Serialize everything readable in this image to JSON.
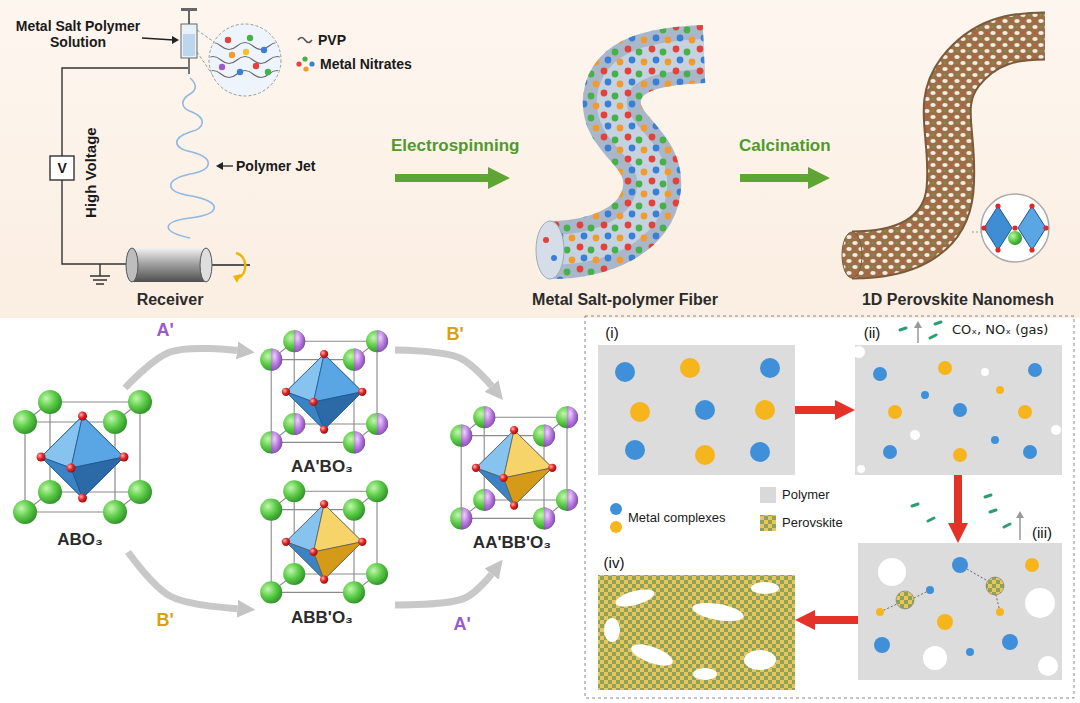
{
  "diagram": {
    "nodes": [
      {
        "text": [
          "Receiver"
        ]
      },
      {
        "text": [
          "Metal Salt-polymer Fiber"
        ]
      },
      {
        "text": [
          "1D Perovskite Nanomesh"
        ]
      },
      {
        "text": [
          "ABO₃"
        ]
      },
      {
        "text": [
          "AA'BO₃"
        ]
      },
      {
        "text": [
          "ABB'O₃"
        ]
      },
      {
        "text": [
          "AA'BB'O₃"
        ]
      },
      {
        "text": [
          "(i)"
        ]
      },
      {
        "text": [
          "(ii)"
        ]
      },
      {
        "text": [
          "(iii)"
        ]
      },
      {
        "text": [
          "(iv)"
        ]
      }
    ],
    "edges": [
      {
        "from": 0,
        "to": 1,
        "label": "Electrospinning",
        "arrow": "to"
      },
      {
        "from": 1,
        "to": 2,
        "label": "Calcination",
        "arrow": "to"
      },
      {
        "from": 3,
        "to": 4,
        "label": "A'",
        "arrow": "to"
      },
      {
        "from": 3,
        "to": 5,
        "label": "B'",
        "arrow": "to"
      },
      {
        "from": 4,
        "to": 6,
        "label": "B'",
        "arrow": "to"
      },
      {
        "from": 5,
        "to": 6,
        "label": "A'",
        "arrow": "to"
      },
      {
        "from": 7,
        "to": 8,
        "arrow": "to"
      },
      {
        "from": 8,
        "to": 9,
        "arrow": "to"
      },
      {
        "from": 9,
        "to": 10,
        "arrow": "to"
      }
    ],
    "labels": [
      "Metal Salt Polymer Solution",
      "High Voltage",
      "V",
      "Polymer Jet",
      "COₓ, NOₓ (gas)"
    ],
    "legend": [
      {
        "text": "PVP"
      },
      {
        "text": "Metal Nitrates"
      },
      {
        "text": "Metal complexes"
      },
      {
        "text": "Polymer",
        "color": "#d9d9d9"
      },
      {
        "text": "Perovskite"
      }
    ]
  }
}
